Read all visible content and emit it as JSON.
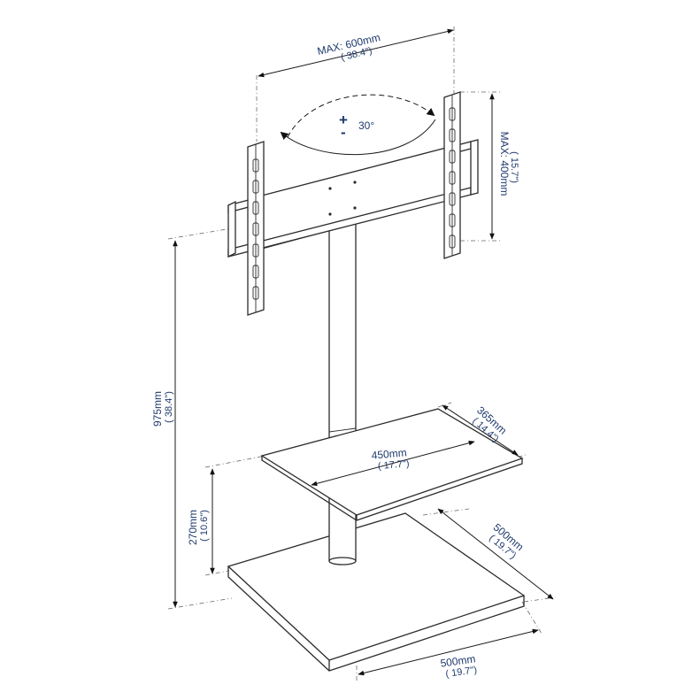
{
  "dimensions": {
    "width_max": {
      "main": "MAX: 600mm",
      "sub": "( 38.4\")"
    },
    "height_max": {
      "main": "MAX: 400mm",
      "sub": "( 15.7\")"
    },
    "tilt": {
      "plus": "+",
      "minus": "-",
      "angle": "30°"
    },
    "total_height": {
      "main": "975mm",
      "sub": "( 38.4\")"
    },
    "shelf_height": {
      "main": "270mm",
      "sub": "( 10.6\")"
    },
    "shelf_width": {
      "main": "450mm",
      "sub": "( 17.7\")"
    },
    "shelf_depth": {
      "main": "365mm",
      "sub": "( 14.4\")"
    },
    "base_depth": {
      "main": "500mm",
      "sub": "( 19.7\")"
    },
    "base_width": {
      "main": "500mm",
      "sub": "( 19.7\")"
    }
  }
}
